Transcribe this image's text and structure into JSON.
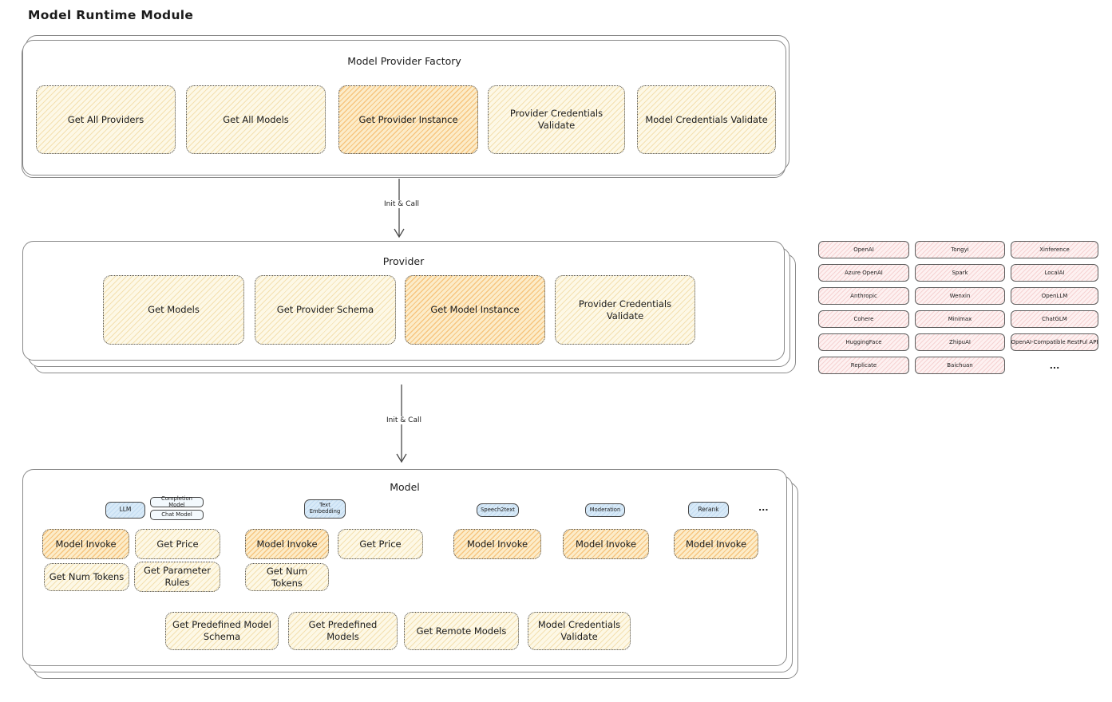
{
  "page": {
    "title": "Model Runtime Module"
  },
  "factory": {
    "title": "Model Provider Factory",
    "boxes": [
      "Get All Providers",
      "Get All Models",
      "Get Provider Instance",
      "Provider Credentials Validate",
      "Model Credentials Validate"
    ]
  },
  "flow": {
    "arrow1_label": "Init & Call",
    "arrow2_label": "Init & Call"
  },
  "provider": {
    "title": "Provider",
    "boxes": [
      "Get Models",
      "Get Provider Schema",
      "Get Model Instance",
      "Provider Credentials Validate"
    ]
  },
  "vendors": {
    "column1": [
      "OpenAI",
      "Azure OpenAI",
      "Anthropic",
      "Cohere",
      "HuggingFace",
      "Replicate"
    ],
    "column2": [
      "Tongyi",
      "Spark",
      "Wenxin",
      "Minimax",
      "ZhipuAI",
      "Baichuan"
    ],
    "column3": [
      "Xinference",
      "LocalAI",
      "OpenLLM",
      "ChatGLM",
      "OpenAI-Compatible RestFul API"
    ],
    "ellipsis": "..."
  },
  "model": {
    "title": "Model",
    "tabs": {
      "llm": "LLM",
      "completion_model": "Completion Model",
      "chat_model": "Chat Model",
      "text_embedding": "Text Embedding",
      "speech2text": "Speech2text",
      "moderation": "Moderation",
      "rerank": "Rerank",
      "ellipsis": "..."
    },
    "invoke_row": [
      "Model Invoke",
      "Get Price",
      "Model Invoke",
      "Get Price",
      "Model Invoke",
      "Model Invoke",
      "Model Invoke"
    ],
    "token_row": [
      "Get Num Tokens",
      "Get Parameter Rules",
      "Get Num Tokens"
    ],
    "bottom_row": [
      "Get Predefined Model Schema",
      "Get Predefined Models",
      "Get Remote Models",
      "Model Credentials Validate"
    ]
  },
  "colors": {
    "yellow_fill": "#fdf8e6",
    "yellow_hatch": "#e8c46e",
    "orange_fill": "#fcecc9",
    "orange_hatch": "#f2a642",
    "pink_fill": "#fdf1f1",
    "pink_hatch": "#eca4a4",
    "blue_fill": "#d8eaf8",
    "frame_border": "#8a8a8a",
    "node_border": "#454545",
    "text": "#1b1b1b"
  }
}
